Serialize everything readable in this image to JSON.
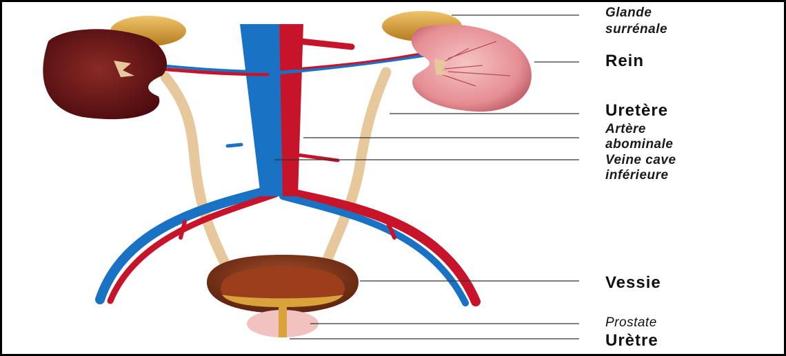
{
  "labels": {
    "glande_line1": "Glande",
    "glande_line2": "surrénale",
    "rein": "Rein",
    "uretere": "Uretère",
    "artere_line1": "Artère",
    "artere_line2": "abominale",
    "veine_line1": "Veine cave",
    "veine_line2": "inférieure",
    "vessie": "Vessie",
    "prostate": "Prostate",
    "uretre": "Urètre"
  },
  "colors": {
    "vein": "#1a72c4",
    "artery": "#c8142a",
    "kidney_left": "#6a1516",
    "kidney_right": "#e8959a",
    "adrenal": "#d9a23a",
    "ureter": "#e6c89c",
    "bladder": "#7a3218",
    "prostate": "#f2c2c0"
  }
}
